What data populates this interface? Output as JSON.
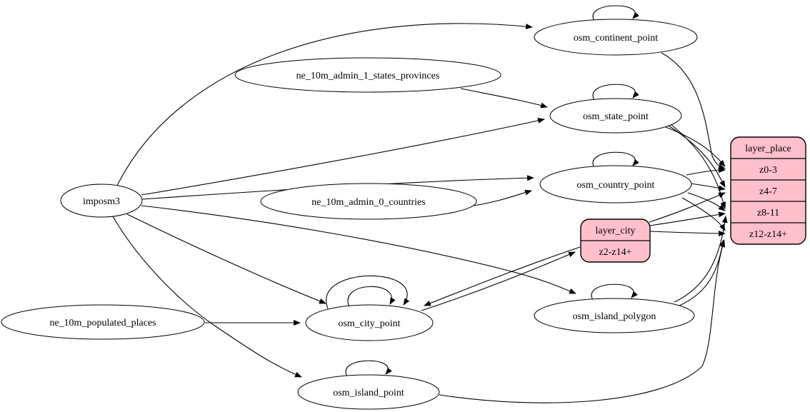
{
  "diagram": {
    "type": "graphviz-etl-graph",
    "colors": {
      "background": "#ffffff",
      "node_fill": "#ffffff",
      "record_fill": "#ffc0cb",
      "stroke": "#000000"
    },
    "nodes": {
      "imposm3": {
        "label": "imposm3",
        "shape": "ellipse"
      },
      "ne_10m_admin_1_states_provinces": {
        "label": "ne_10m_admin_1_states_provinces",
        "shape": "ellipse"
      },
      "ne_10m_admin_0_countries": {
        "label": "ne_10m_admin_0_countries",
        "shape": "ellipse"
      },
      "ne_10m_populated_places": {
        "label": "ne_10m_populated_places",
        "shape": "ellipse"
      },
      "osm_continent_point": {
        "label": "osm_continent_point",
        "shape": "ellipse"
      },
      "osm_state_point": {
        "label": "osm_state_point",
        "shape": "ellipse"
      },
      "osm_country_point": {
        "label": "osm_country_point",
        "shape": "ellipse"
      },
      "osm_island_polygon": {
        "label": "osm_island_polygon",
        "shape": "ellipse"
      },
      "osm_city_point": {
        "label": "osm_city_point",
        "shape": "ellipse"
      },
      "osm_island_point": {
        "label": "osm_island_point",
        "shape": "ellipse"
      },
      "layer_city": {
        "label": "layer_city",
        "shape": "record",
        "rows": [
          "z2-z14+"
        ]
      },
      "layer_place": {
        "label": "layer_place",
        "shape": "record",
        "rows": [
          "z0-3",
          "z4-7",
          "z8-11",
          "z12-z14+"
        ]
      }
    },
    "edges": [
      {
        "from": "imposm3",
        "to": "osm_continent_point"
      },
      {
        "from": "imposm3",
        "to": "osm_state_point"
      },
      {
        "from": "imposm3",
        "to": "osm_country_point"
      },
      {
        "from": "imposm3",
        "to": "osm_city_point"
      },
      {
        "from": "imposm3",
        "to": "osm_island_polygon"
      },
      {
        "from": "imposm3",
        "to": "osm_island_point"
      },
      {
        "from": "ne_10m_admin_1_states_provinces",
        "to": "osm_state_point"
      },
      {
        "from": "ne_10m_admin_0_countries",
        "to": "osm_country_point"
      },
      {
        "from": "ne_10m_populated_places",
        "to": "osm_city_point"
      },
      {
        "from": "osm_continent_point",
        "to": "osm_continent_point"
      },
      {
        "from": "osm_state_point",
        "to": "osm_state_point"
      },
      {
        "from": "osm_country_point",
        "to": "osm_country_point"
      },
      {
        "from": "osm_city_point",
        "to": "osm_city_point",
        "variant": "outer"
      },
      {
        "from": "osm_city_point",
        "to": "osm_city_point",
        "variant": "inner"
      },
      {
        "from": "osm_island_polygon",
        "to": "osm_island_polygon"
      },
      {
        "from": "osm_island_point",
        "to": "osm_island_point"
      },
      {
        "from": "osm_city_point",
        "to": "layer_city:z2-z14+"
      },
      {
        "from": "layer_city",
        "to": "osm_city_point"
      },
      {
        "from": "osm_continent_point",
        "to": "layer_place:z0-3"
      },
      {
        "from": "osm_state_point",
        "to": "layer_place:z0-3"
      },
      {
        "from": "osm_state_point",
        "to": "layer_place:z4-7"
      },
      {
        "from": "osm_state_point",
        "to": "layer_place:z8-11"
      },
      {
        "from": "osm_country_point",
        "to": "layer_place:z0-3"
      },
      {
        "from": "osm_country_point",
        "to": "layer_place:z4-7"
      },
      {
        "from": "osm_country_point",
        "to": "layer_place:z8-11"
      },
      {
        "from": "osm_country_point",
        "to": "layer_place:z12-z14+"
      },
      {
        "from": "layer_city",
        "to": "layer_place:z4-7"
      },
      {
        "from": "layer_city",
        "to": "layer_place:z8-11"
      },
      {
        "from": "layer_city",
        "to": "layer_place:z12-z14+"
      },
      {
        "from": "osm_island_polygon",
        "to": "layer_place:z8-11"
      },
      {
        "from": "osm_island_polygon",
        "to": "layer_place:z12-z14+"
      },
      {
        "from": "osm_island_point",
        "to": "layer_place:z12-z14+"
      }
    ]
  }
}
